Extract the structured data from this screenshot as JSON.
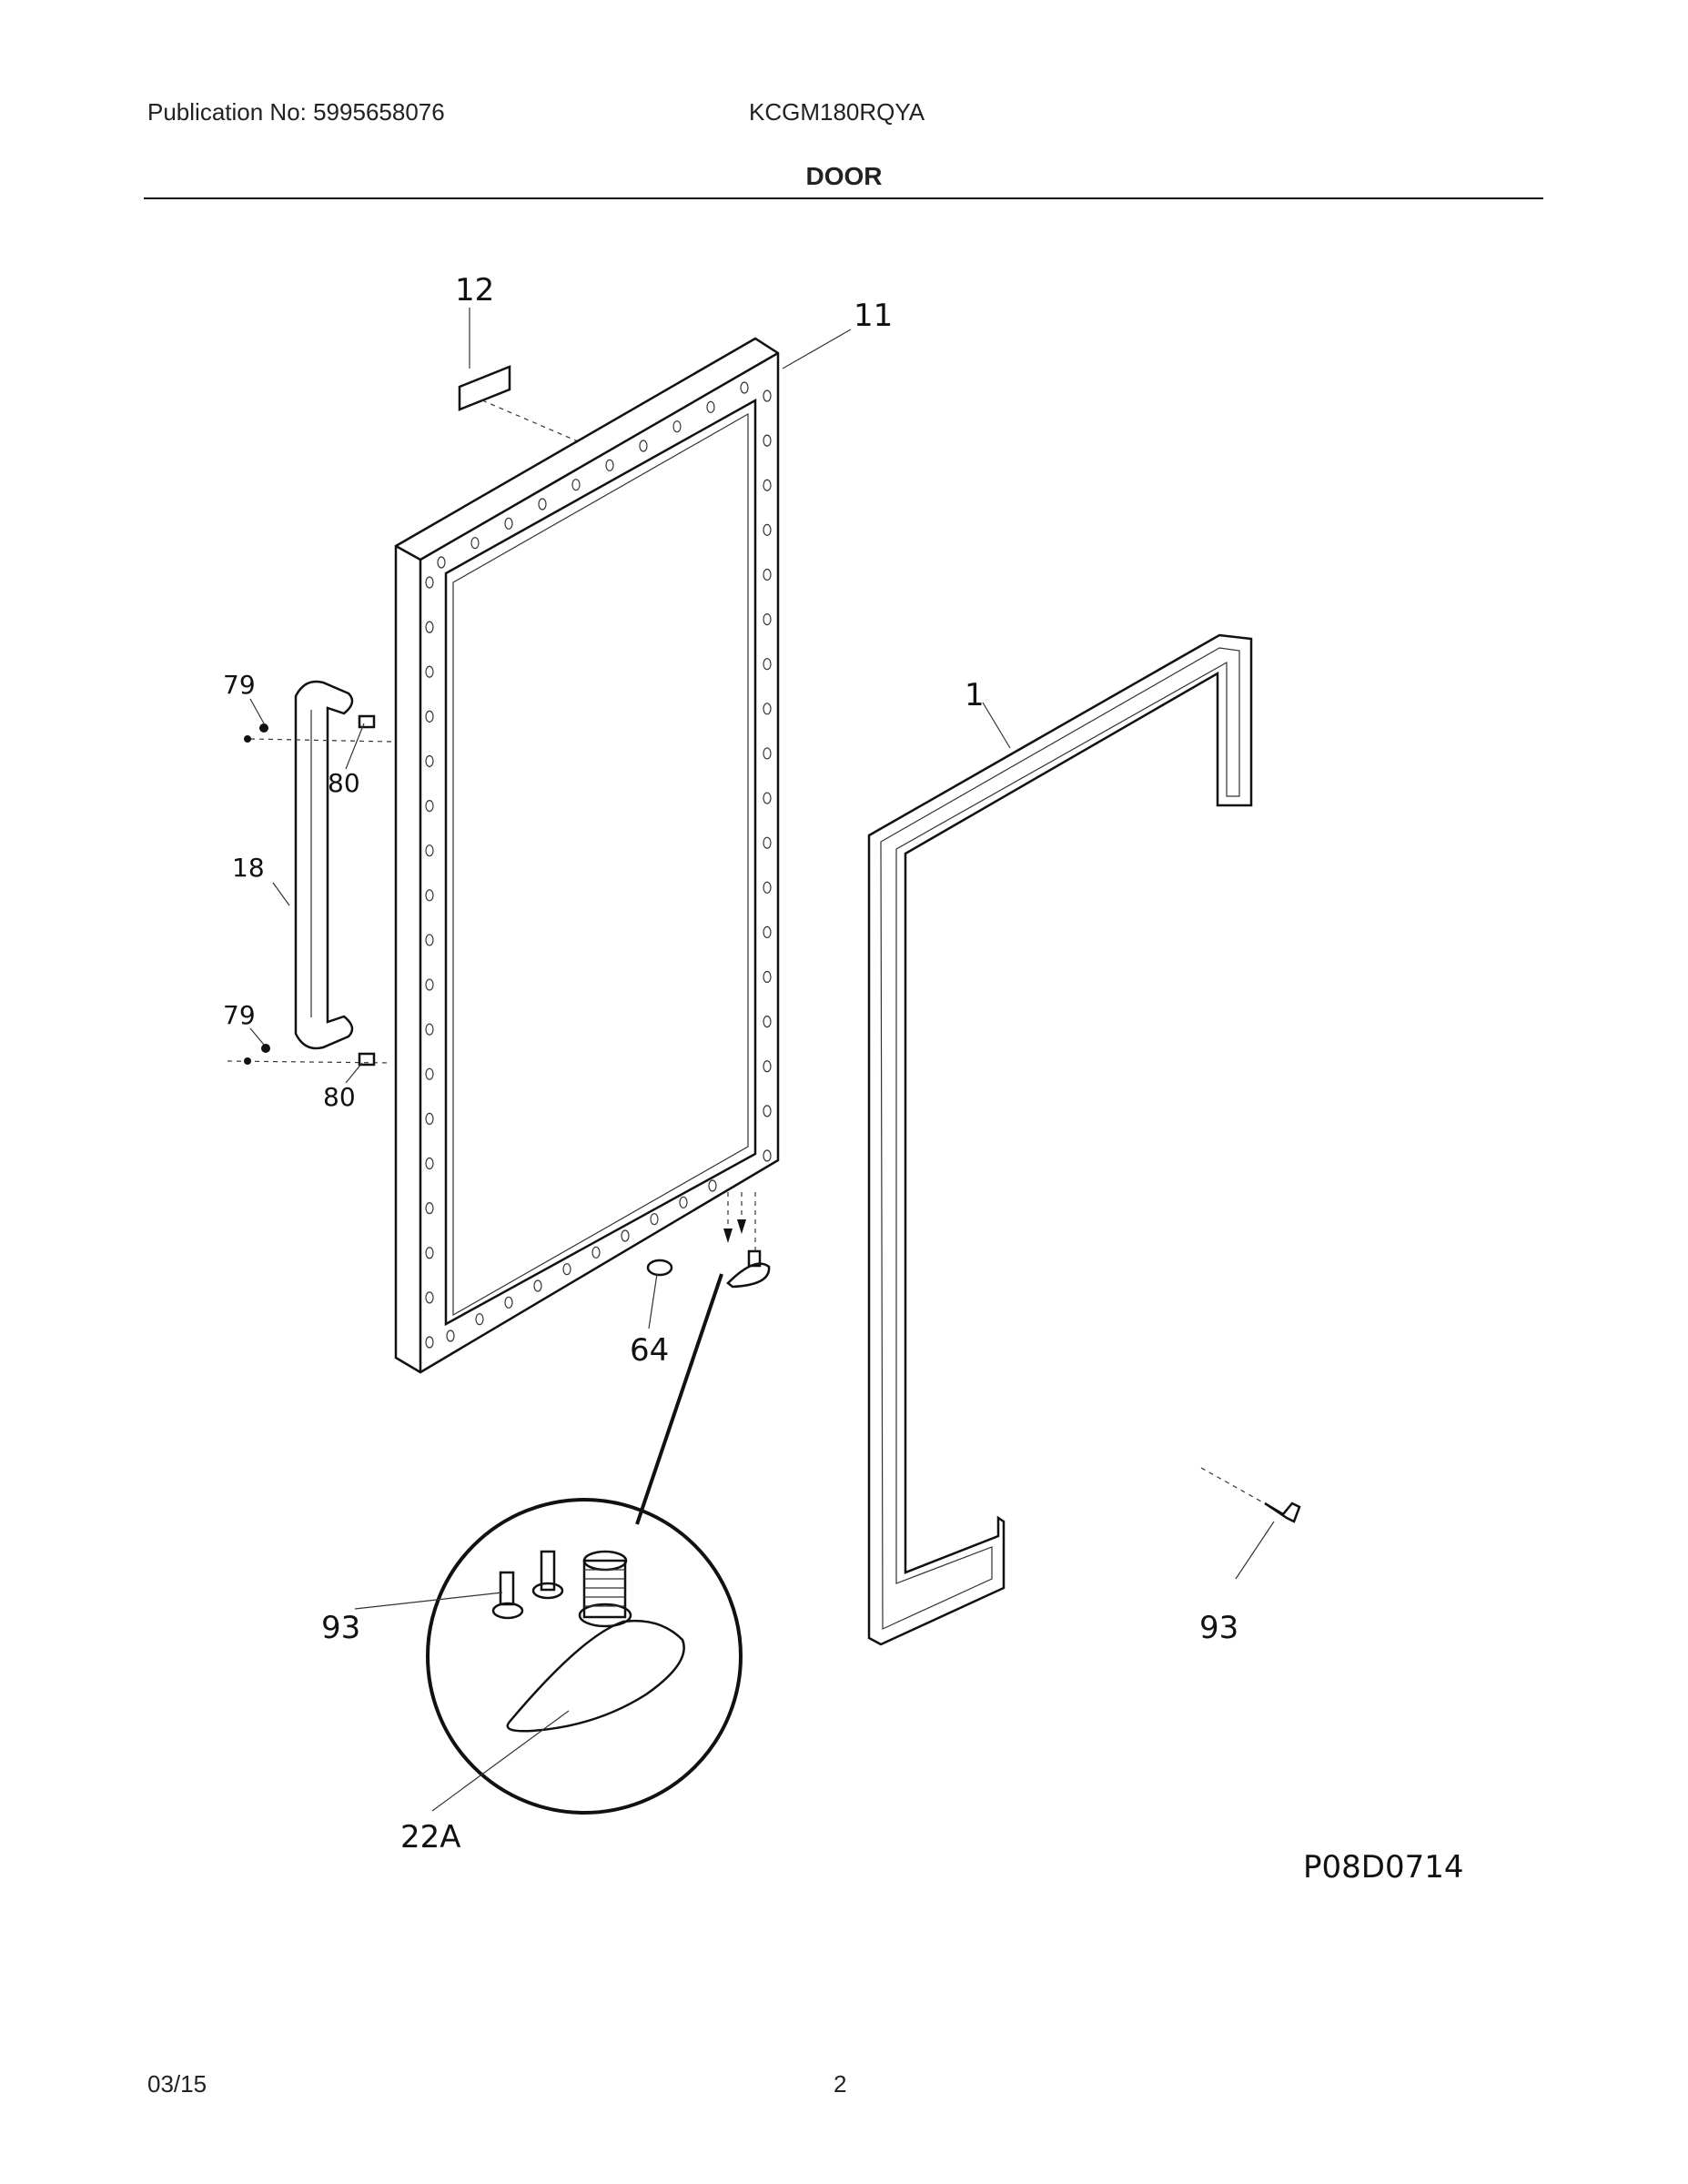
{
  "header": {
    "publication": "Publication No: 5995658076",
    "model": "KCGM180RQYA",
    "title": "DOOR"
  },
  "footer": {
    "date": "03/15",
    "page": "2"
  },
  "diagram": {
    "labels": {
      "p12": "12",
      "p11": "11",
      "p1": "1",
      "p79a": "79",
      "p80a": "80",
      "p18": "18",
      "p79b": "79",
      "p80b": "80",
      "p64": "64",
      "p93a": "93",
      "p93b": "93",
      "p22a": "22A",
      "ref": "P08D0714"
    }
  }
}
